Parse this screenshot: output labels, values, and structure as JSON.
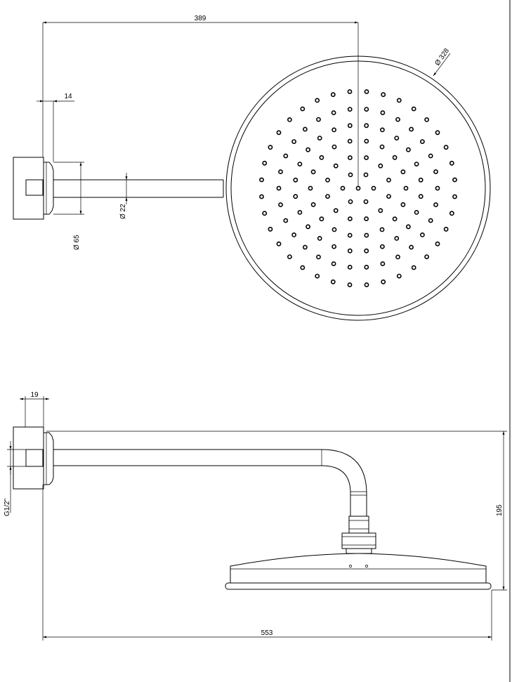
{
  "dimensions": {
    "arm_length": "389",
    "head_diameter": "Ø 328",
    "flange_thickness": "14",
    "arm_diameter": "Ø 22",
    "flange_diameter": "Ø 65",
    "wall_depth": "19",
    "thread": "G1/2\"",
    "drop_height": "195",
    "total_length": "553"
  },
  "colors": {
    "line": "#000000",
    "background": "#ffffff"
  }
}
